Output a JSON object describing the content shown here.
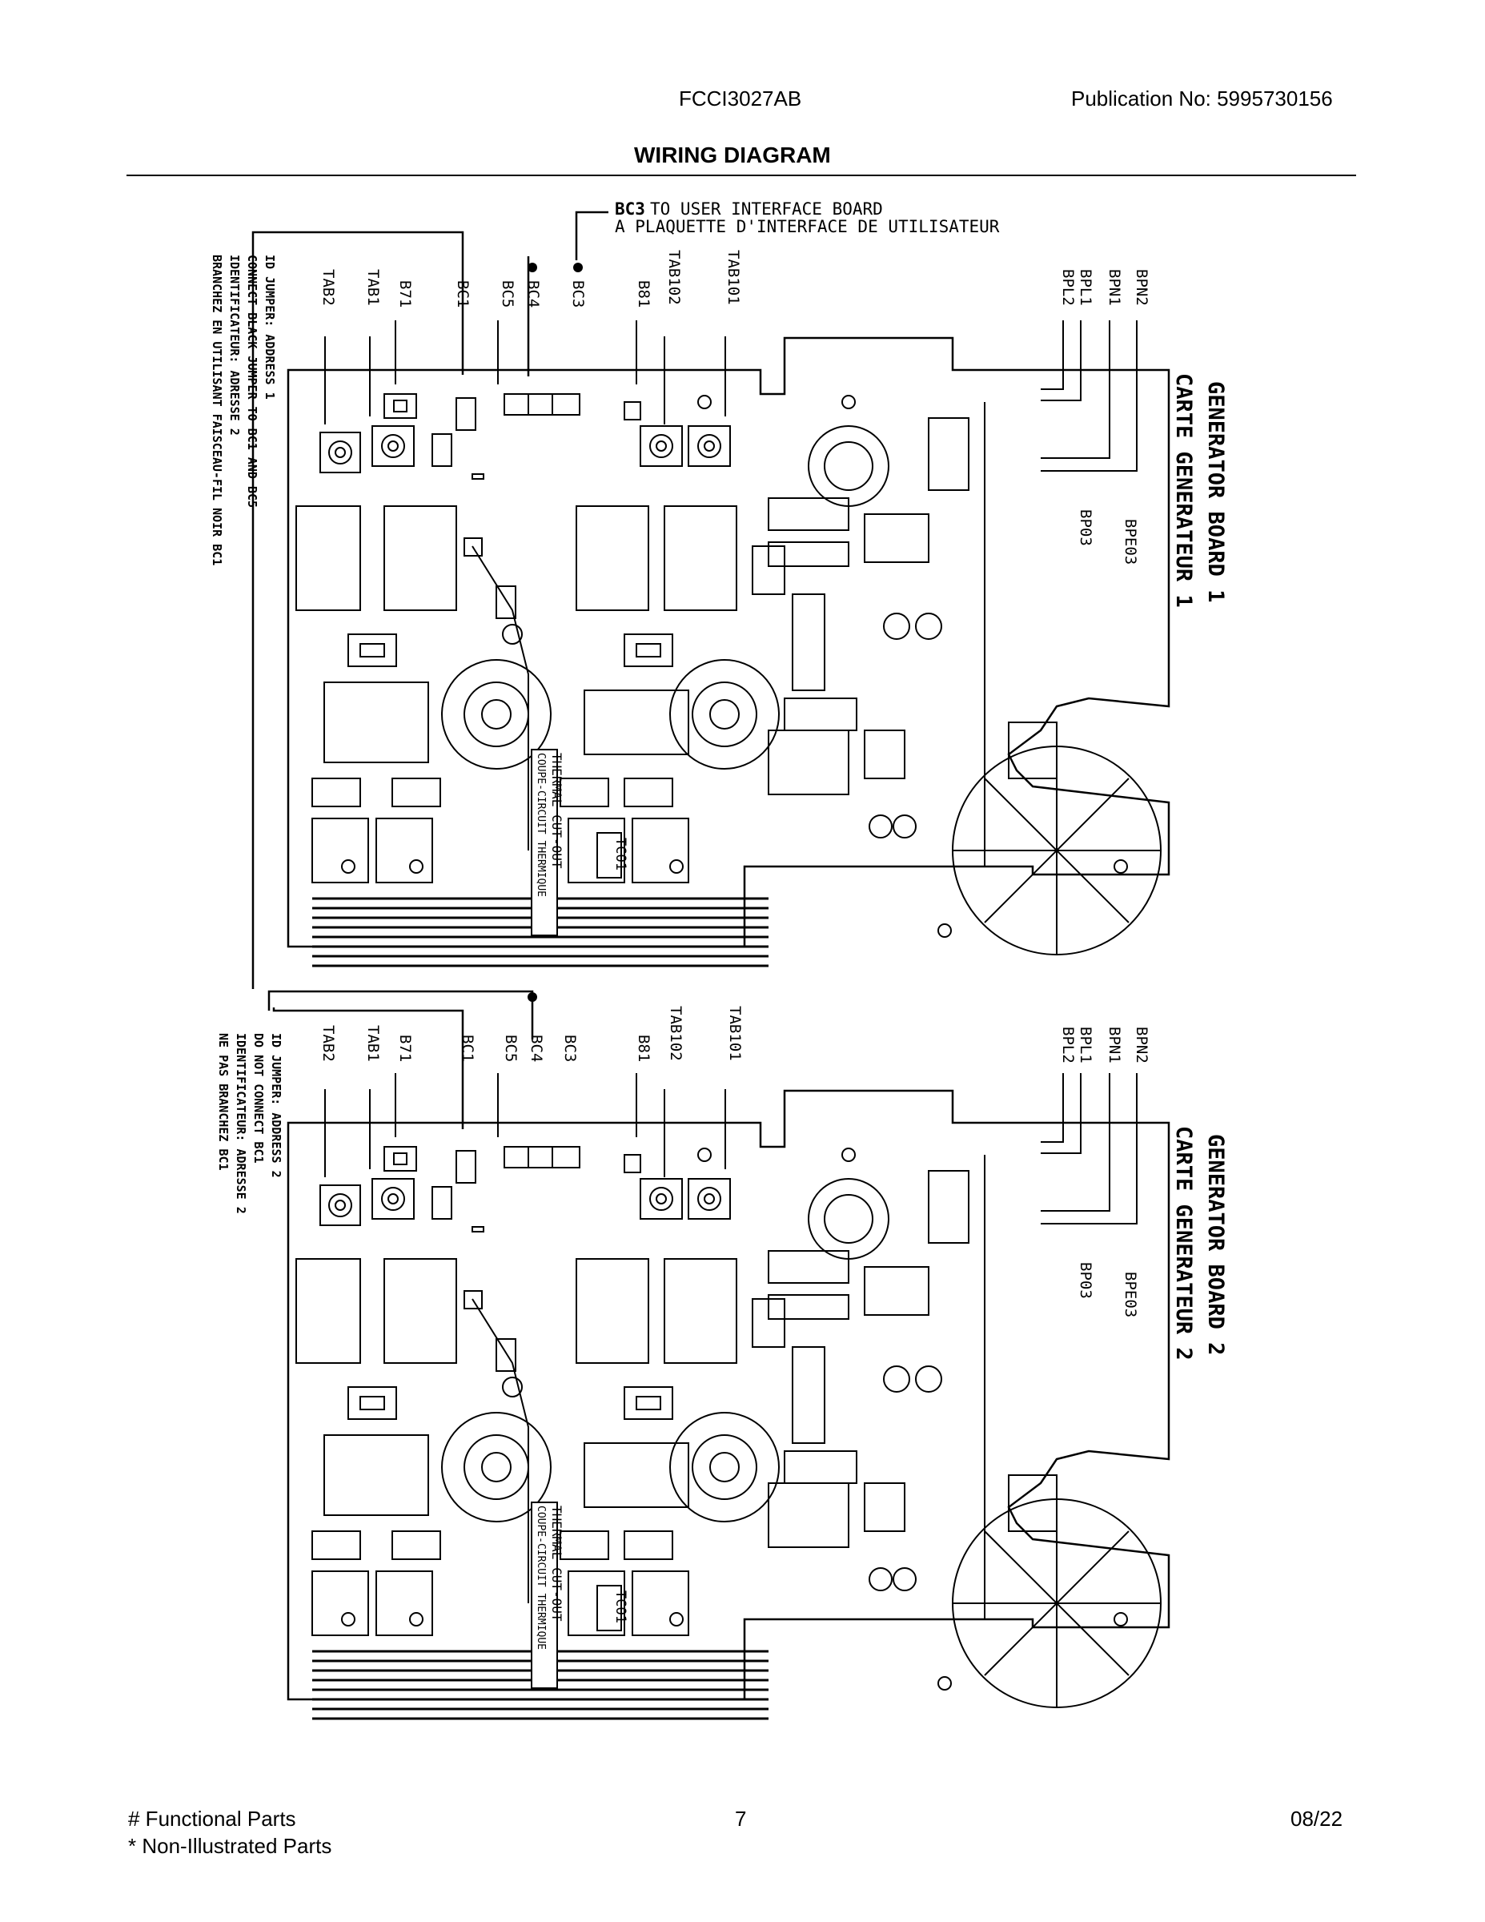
{
  "header": {
    "model": "FCCI3027AB",
    "publication": "Publication No:  5995730156",
    "title": "WIRING DIAGRAM"
  },
  "footer": {
    "functional": "# Functional Parts",
    "non_illustrated": "* Non-Illustrated Parts",
    "page": "7",
    "date": "08/22"
  },
  "bc3_note": {
    "line1_code": "BC3",
    "line1_rest": " TO USER INTERFACE BOARD",
    "line2": "A PLAQUETTE D'INTERFACE DE UTILISATEUR"
  },
  "board1": {
    "title1": "GENERATOR BOARD 1",
    "title2": "CARTE GENERATEUR 1",
    "jumper_lines": [
      "ID JUMPER: ADDRESS 1",
      "CONNECT BLACK JUMPER TO BC1 AND BC5",
      "IDENTIFICATEUR: ADRESSE 2",
      "BRANCHEZ EN UTILISANT FAISCEAU-FIL NOIR BC1"
    ],
    "top_labels": [
      "TAB2",
      "TAB1",
      "B71",
      "BC1",
      "BC5",
      "BC4",
      "BC3",
      "B81",
      "TAB102",
      "TAB101"
    ],
    "right_labels": [
      "BPN2",
      "BPN1",
      "BPL1",
      "BPL2"
    ],
    "ground_labels": [
      "BPE03",
      "BP03"
    ],
    "thermal_line1": "THERMAL CUT-OUT",
    "thermal_line2": "COUPE-CIRCUIT THERMIQUE",
    "tco_label": "TCO1"
  },
  "board2": {
    "title1": "GENERATOR BOARD 2",
    "title2": "CARTE GENERATEUR 2",
    "jumper_lines": [
      "ID JUMPER: ADDRESS 2",
      "DO NOT CONNECT BC1",
      "IDENTIFICATEUR: ADRESSE 2",
      "NE PAS BRANCHEZ BC1"
    ],
    "top_labels": [
      "TAB2",
      "TAB1",
      "B71",
      "BC1",
      "BC5",
      "BC4",
      "BC3",
      "B81",
      "TAB102",
      "TAB101"
    ],
    "right_labels": [
      "BPN2",
      "BPN1",
      "BPL1",
      "BPL2"
    ],
    "ground_labels": [
      "BPE03",
      "BP03"
    ],
    "thermal_line1": "THERMAL CUT-OUT",
    "thermal_line2": "COUPE-CIRCUIT THERMIQUE",
    "tco_label": "TCO1"
  }
}
